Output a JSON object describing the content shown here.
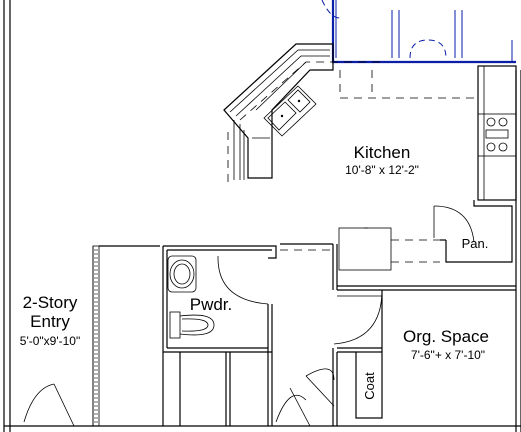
{
  "rooms": {
    "kitchen": {
      "name": "Kitchen",
      "size": "10'-8\" x 12'-2\""
    },
    "entry": {
      "name_line1": "2-Story",
      "name_line2": "Entry",
      "size": "5'-0\"x9'-10\""
    },
    "powder": {
      "name": "Pwdr."
    },
    "storage": {
      "name": "Org. Space",
      "size": "7'-6\"+ x 7'-10\""
    },
    "pantry": {
      "name": "Pan."
    },
    "coat": {
      "name": "Coat"
    }
  },
  "colors": {
    "wall": "#000000",
    "window": "#0a1ea8",
    "background": "#ffffff"
  }
}
